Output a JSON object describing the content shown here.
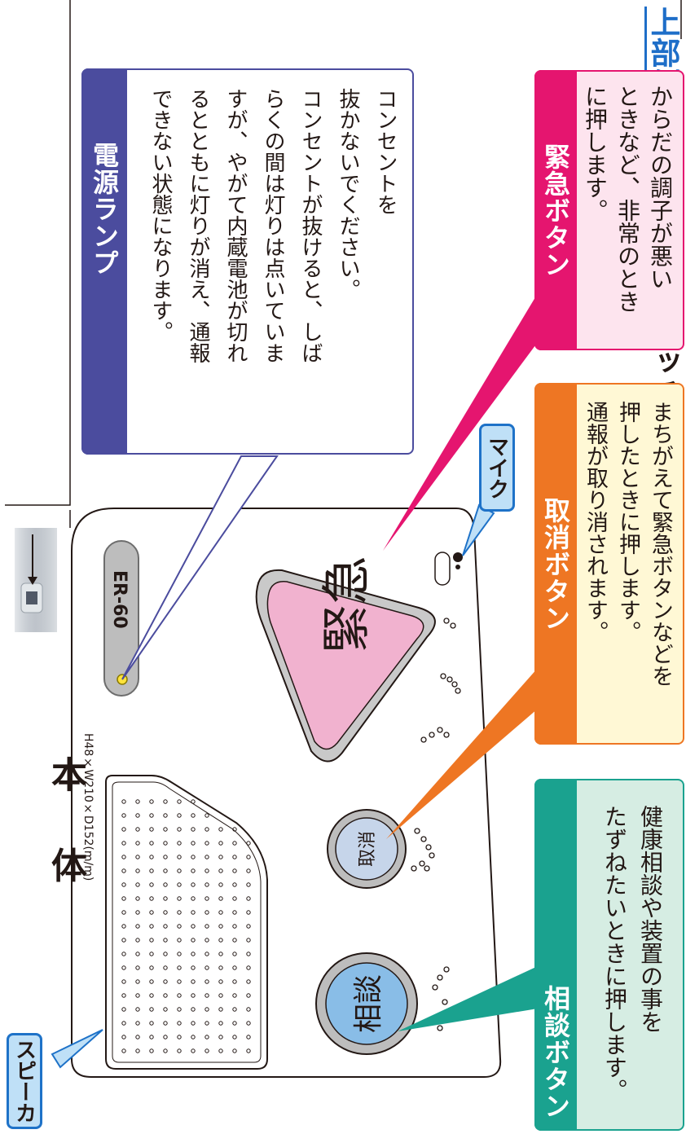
{
  "reset_title": {
    "highlight": "上部側面",
    "rest": "にリセットスイッチがあります。"
  },
  "body_title": "本 体",
  "body_dims": "H48×W210×D152(m/m)",
  "device": {
    "model": "ER-60",
    "emergency_button_text": "緊急",
    "cancel_button_text": "取消",
    "consult_button_text": "相談"
  },
  "power_lamp": {
    "heading": "電源ランプ",
    "lines": [
      "コンセントを",
      "抜かないでください。",
      "コンセントが抜けると、しば",
      "らくの間は灯りは点いていま",
      "すが、やがて内蔵電池が切れ",
      "るとともに灯りが消え、通報",
      "できない状態になります。"
    ]
  },
  "emergency_panel": {
    "heading": "緊急ボタン",
    "lines": [
      "からだの調子が悪い",
      "ときなど、非常のとき",
      "に押します。"
    ]
  },
  "cancel_panel": {
    "heading": "取消ボタン",
    "lines": [
      "まちがえて緊急ボタンなどを",
      "押したときに押します。",
      "通報が取り消されます。"
    ]
  },
  "consult_panel": {
    "heading": "相談ボタン",
    "lines": [
      "健康相談や装置の事を",
      "たずねたいときに押します。"
    ]
  },
  "labels": {
    "mic": "マイク",
    "speaker": "スピーカ"
  },
  "colors": {
    "power_head": "#4b4c9e",
    "emergency_head": "#e5156f",
    "emergency_body": "#fde4ee",
    "cancel_head": "#ee7623",
    "cancel_body": "#fff8d5",
    "consult_head": "#1aa28f",
    "consult_body": "#d6ede3",
    "emergency_button": "#f1b2cf",
    "cancel_button": "#c6d5ea",
    "consult_button": "#89bde7",
    "label_fill": "#bfe0f7",
    "label_border": "#1e72c8"
  }
}
